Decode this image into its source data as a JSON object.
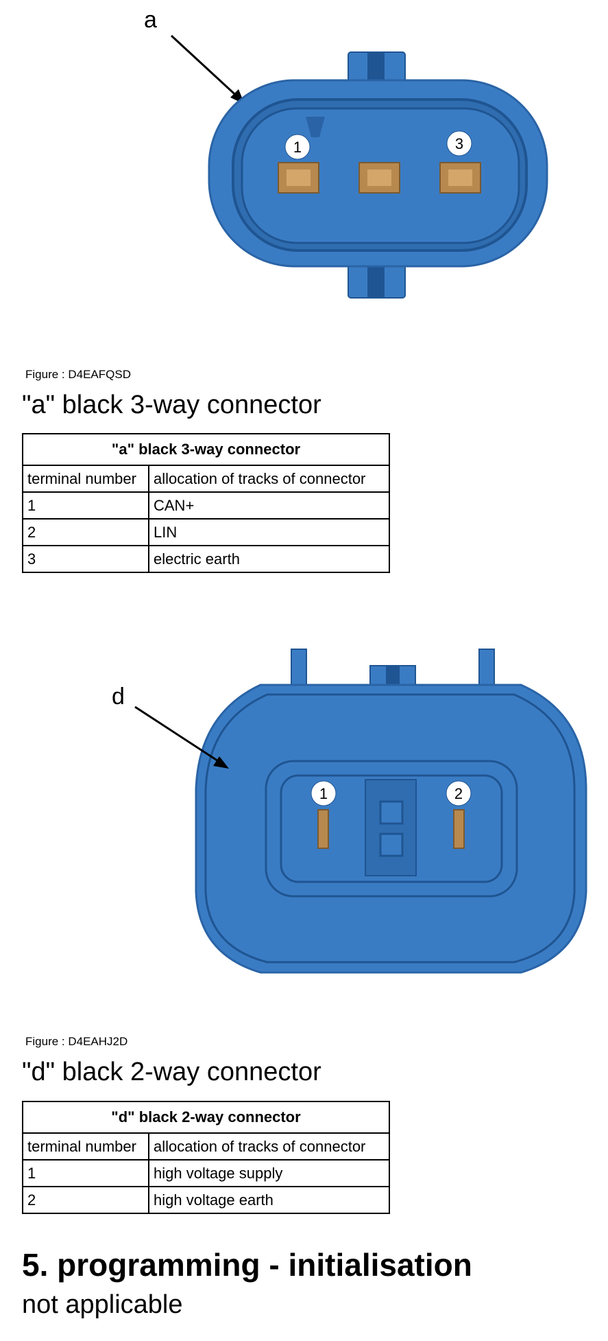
{
  "figure_a": {
    "callout": "a",
    "pin_labels": [
      "1",
      "3"
    ],
    "caption": "Figure : D4EAFQSD",
    "heading": "\"a\" black 3-way connector",
    "table": {
      "title": "\"a\" black 3-way connector",
      "columns": [
        "terminal number",
        "allocation of tracks of connector"
      ],
      "rows": [
        [
          "1",
          "CAN+"
        ],
        [
          "2",
          "LIN"
        ],
        [
          "3",
          "electric earth"
        ]
      ]
    }
  },
  "figure_d": {
    "callout": "d",
    "pin_labels": [
      "1",
      "2"
    ],
    "caption": "Figure : D4EAHJ2D",
    "heading": "\"d\" black 2-way connector",
    "table": {
      "title": "\"d\" black 2-way connector",
      "columns": [
        "terminal number",
        "allocation of tracks of connector"
      ],
      "rows": [
        [
          "1",
          "high voltage supply"
        ],
        [
          "2",
          "high voltage earth"
        ]
      ]
    }
  },
  "section": {
    "title": "5. programming - initialisation",
    "body": "not applicable"
  },
  "colors": {
    "connector": "#3a7cc4",
    "connector_dark": "#1f5592",
    "pin": "#b8894f"
  }
}
